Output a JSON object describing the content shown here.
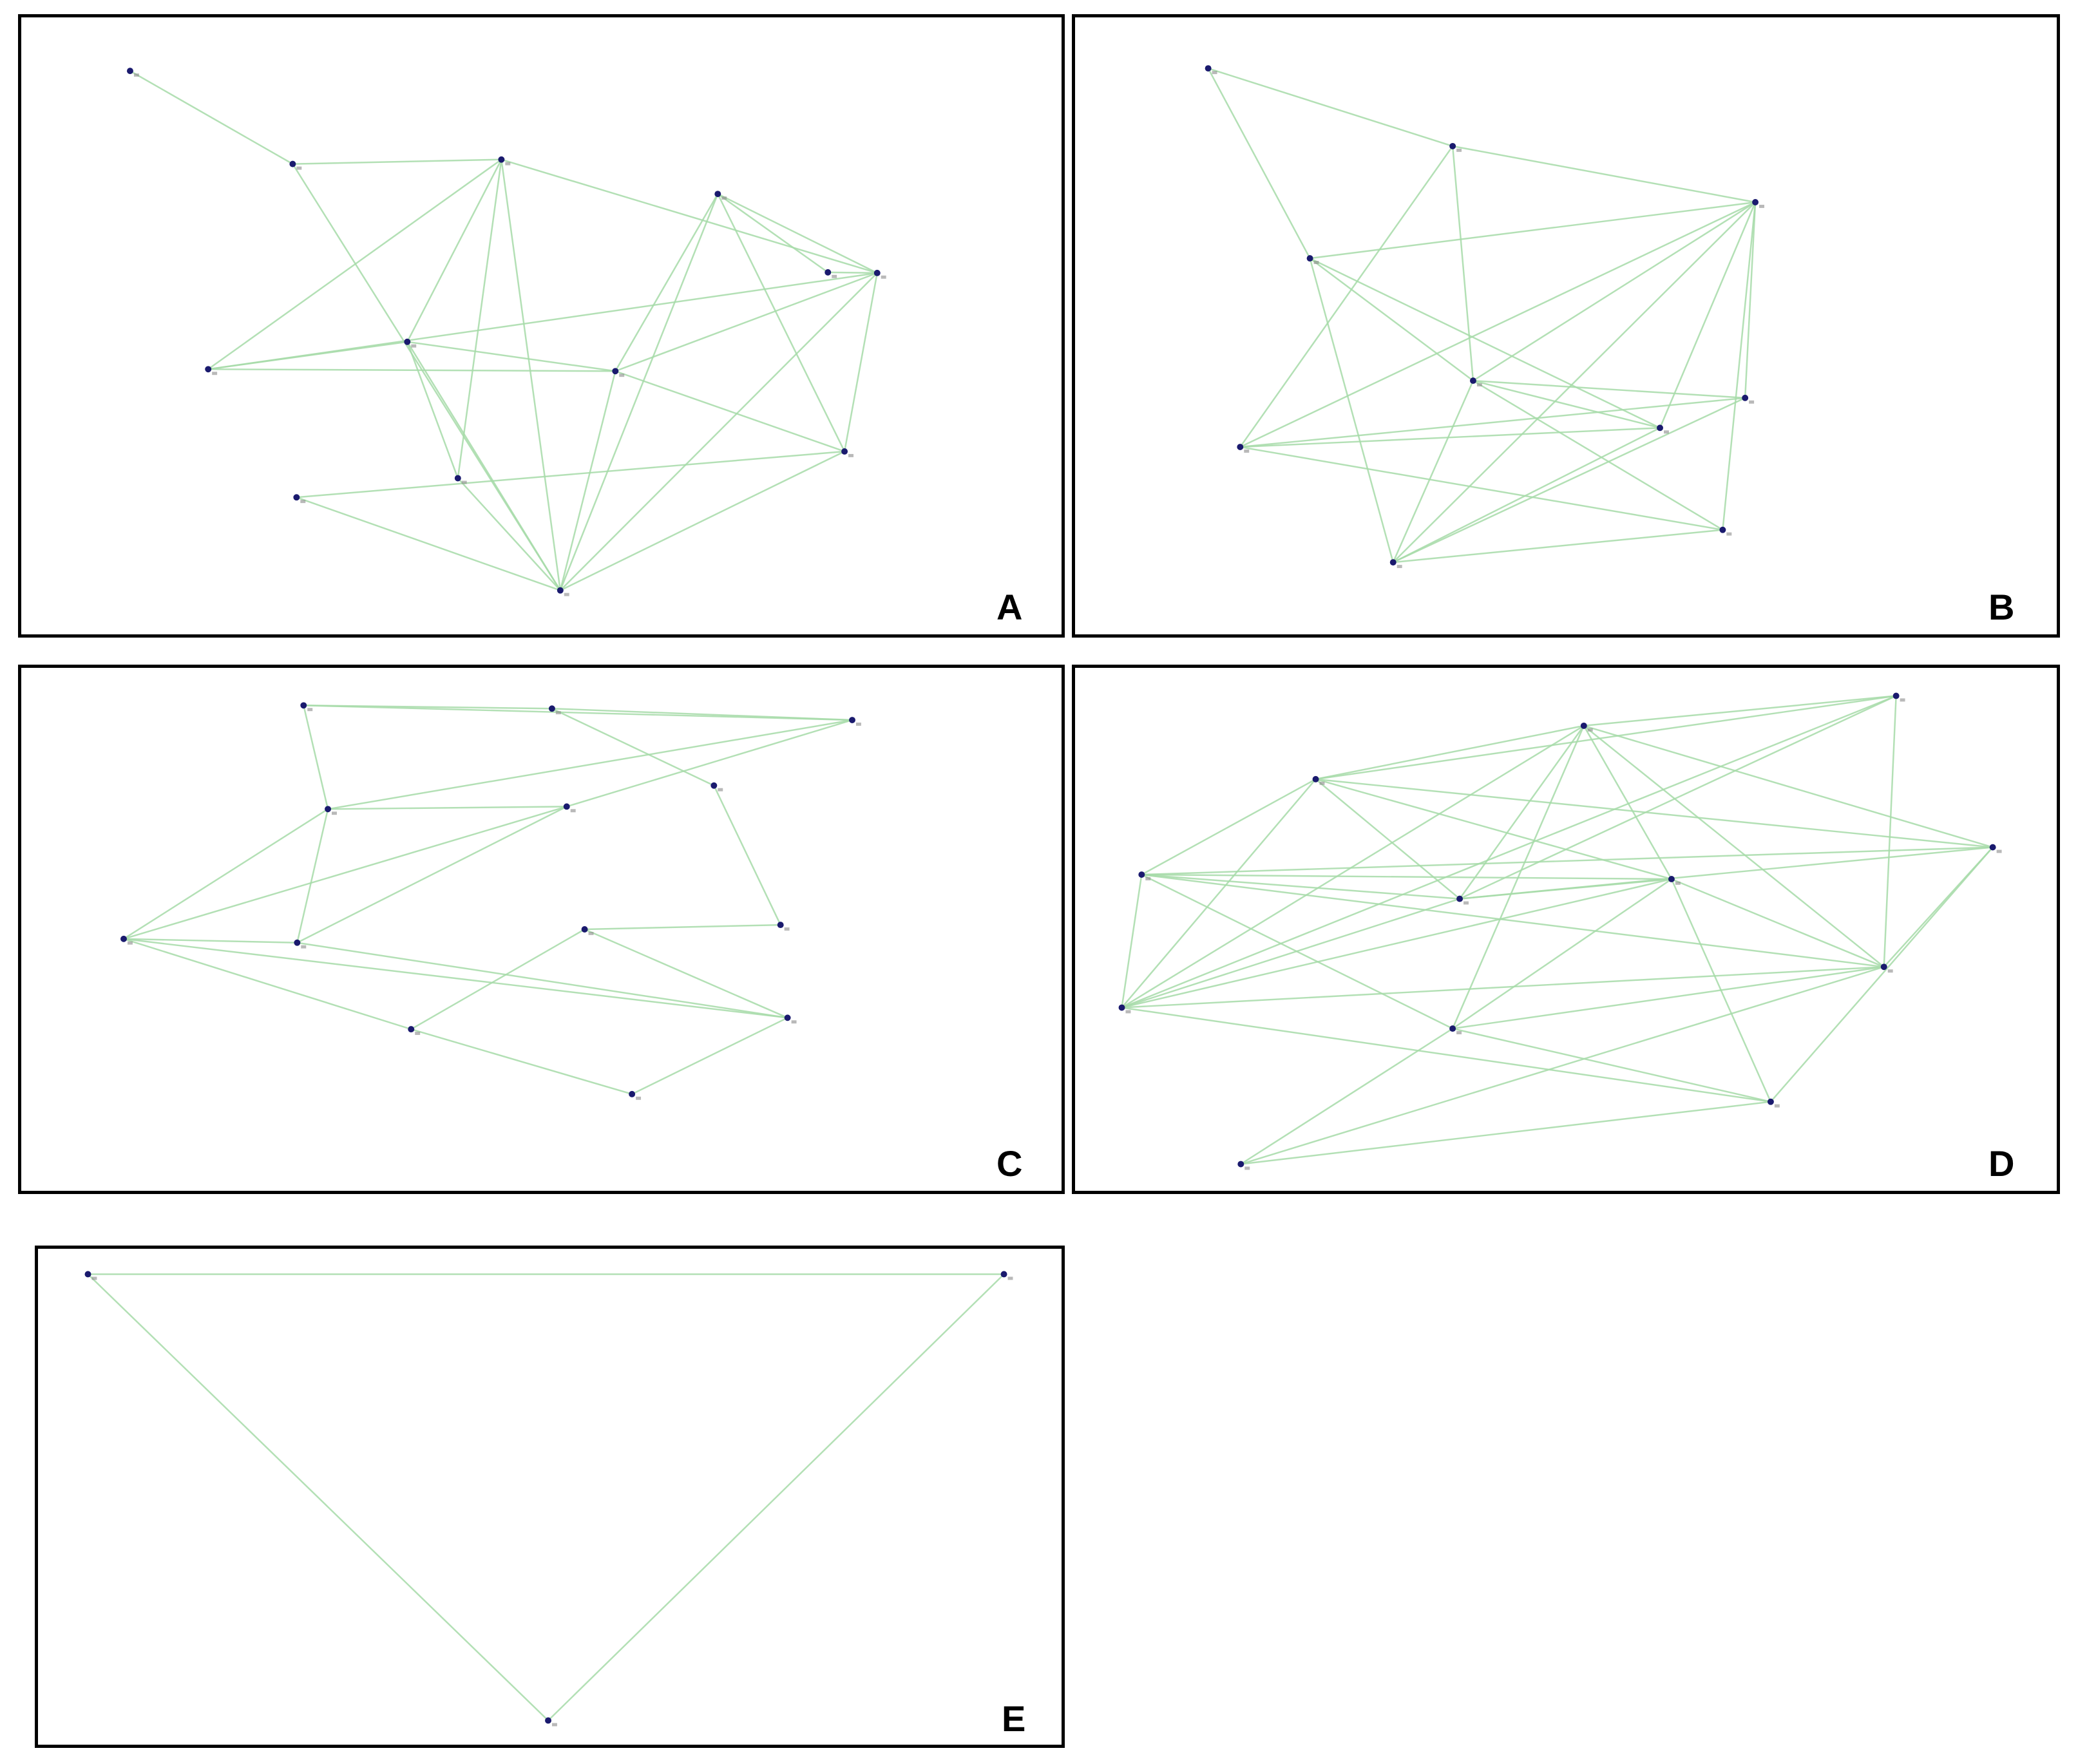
{
  "colors": {
    "edge": "#a6dba8",
    "node": "#1a1a6e",
    "node_label": "#8a8a8a",
    "border": "#000000"
  },
  "panels": [
    {
      "id": "a",
      "label": "A",
      "nodes": [
        {
          "id": "n1"
        },
        {
          "id": "n2"
        },
        {
          "id": "n3"
        },
        {
          "id": "n4"
        },
        {
          "id": "n5"
        },
        {
          "id": "n6"
        },
        {
          "id": "n7"
        },
        {
          "id": "n8"
        },
        {
          "id": "n9"
        },
        {
          "id": "n10"
        },
        {
          "id": "n11"
        },
        {
          "id": "n12"
        },
        {
          "id": "n13"
        }
      ],
      "edges": [
        [
          "n1",
          "n2"
        ],
        [
          "n2",
          "n3"
        ],
        [
          "n2",
          "n10"
        ],
        [
          "n3",
          "n6"
        ],
        [
          "n3",
          "n5"
        ],
        [
          "n3",
          "n9"
        ],
        [
          "n3",
          "n10"
        ],
        [
          "n3",
          "n12"
        ],
        [
          "n4",
          "n13"
        ],
        [
          "n4",
          "n10"
        ],
        [
          "n4",
          "n12"
        ],
        [
          "n4",
          "n11"
        ],
        [
          "n4",
          "n7"
        ],
        [
          "n5",
          "n6"
        ],
        [
          "n5",
          "n7"
        ],
        [
          "n5",
          "n12"
        ],
        [
          "n6",
          "n9"
        ],
        [
          "n6",
          "n10"
        ],
        [
          "n6",
          "n7"
        ],
        [
          "n7",
          "n10"
        ],
        [
          "n7",
          "n11"
        ],
        [
          "n7",
          "n12"
        ],
        [
          "n8",
          "n10"
        ],
        [
          "n8",
          "n11"
        ],
        [
          "n9",
          "n10"
        ],
        [
          "n10",
          "n11"
        ],
        [
          "n10",
          "n12"
        ],
        [
          "n11",
          "n12"
        ],
        [
          "n12",
          "n13"
        ]
      ]
    },
    {
      "id": "b",
      "label": "B",
      "nodes": [
        {
          "id": "n1"
        },
        {
          "id": "n2"
        },
        {
          "id": "n3"
        },
        {
          "id": "n4"
        },
        {
          "id": "n5"
        },
        {
          "id": "n6"
        },
        {
          "id": "n7"
        },
        {
          "id": "n8"
        },
        {
          "id": "n9"
        },
        {
          "id": "n10"
        }
      ],
      "edges": [
        [
          "n1",
          "n2"
        ],
        [
          "n1",
          "n4"
        ],
        [
          "n2",
          "n3"
        ],
        [
          "n2",
          "n5"
        ],
        [
          "n2",
          "n8"
        ],
        [
          "n3",
          "n4"
        ],
        [
          "n3",
          "n5"
        ],
        [
          "n3",
          "n6"
        ],
        [
          "n3",
          "n7"
        ],
        [
          "n3",
          "n8"
        ],
        [
          "n3",
          "n9"
        ],
        [
          "n3",
          "n10"
        ],
        [
          "n4",
          "n5"
        ],
        [
          "n4",
          "n7"
        ],
        [
          "n4",
          "n10"
        ],
        [
          "n5",
          "n6"
        ],
        [
          "n5",
          "n7"
        ],
        [
          "n5",
          "n9"
        ],
        [
          "n5",
          "n10"
        ],
        [
          "n6",
          "n8"
        ],
        [
          "n6",
          "n10"
        ],
        [
          "n7",
          "n8"
        ],
        [
          "n7",
          "n10"
        ],
        [
          "n8",
          "n9"
        ],
        [
          "n9",
          "n10"
        ]
      ]
    },
    {
      "id": "c",
      "label": "C",
      "nodes": [
        {
          "id": "n1"
        },
        {
          "id": "n2"
        },
        {
          "id": "n3"
        },
        {
          "id": "n4"
        },
        {
          "id": "n5"
        },
        {
          "id": "n6"
        },
        {
          "id": "n7"
        },
        {
          "id": "n8"
        },
        {
          "id": "n9"
        },
        {
          "id": "n10"
        },
        {
          "id": "n11"
        },
        {
          "id": "n12"
        },
        {
          "id": "n13"
        }
      ],
      "edges": [
        [
          "n1",
          "n2"
        ],
        [
          "n1",
          "n5"
        ],
        [
          "n1",
          "n3"
        ],
        [
          "n2",
          "n4"
        ],
        [
          "n2",
          "n3"
        ],
        [
          "n3",
          "n6"
        ],
        [
          "n3",
          "n5"
        ],
        [
          "n4",
          "n7"
        ],
        [
          "n5",
          "n6"
        ],
        [
          "n5",
          "n8"
        ],
        [
          "n5",
          "n9"
        ],
        [
          "n6",
          "n8"
        ],
        [
          "n6",
          "n9"
        ],
        [
          "n7",
          "n10"
        ],
        [
          "n8",
          "n9"
        ],
        [
          "n8",
          "n11"
        ],
        [
          "n8",
          "n12"
        ],
        [
          "n9",
          "n12"
        ],
        [
          "n10",
          "n12"
        ],
        [
          "n10",
          "n11"
        ],
        [
          "n11",
          "n13"
        ],
        [
          "n12",
          "n13"
        ]
      ]
    },
    {
      "id": "d",
      "label": "D",
      "nodes": [
        {
          "id": "n1"
        },
        {
          "id": "n2"
        },
        {
          "id": "n3"
        },
        {
          "id": "n4"
        },
        {
          "id": "n5"
        },
        {
          "id": "n6"
        },
        {
          "id": "n7"
        },
        {
          "id": "n8"
        },
        {
          "id": "n9"
        },
        {
          "id": "n10"
        },
        {
          "id": "n11"
        },
        {
          "id": "n12"
        }
      ],
      "edges": [
        [
          "n1",
          "n2"
        ],
        [
          "n1",
          "n3"
        ],
        [
          "n1",
          "n4"
        ],
        [
          "n1",
          "n5"
        ],
        [
          "n1",
          "n6"
        ],
        [
          "n1",
          "n7"
        ],
        [
          "n1",
          "n9"
        ],
        [
          "n2",
          "n3"
        ],
        [
          "n2",
          "n5"
        ],
        [
          "n2",
          "n6"
        ],
        [
          "n2",
          "n7"
        ],
        [
          "n2",
          "n8"
        ],
        [
          "n2",
          "n9"
        ],
        [
          "n2",
          "n10"
        ],
        [
          "n3",
          "n6"
        ],
        [
          "n3",
          "n8"
        ],
        [
          "n3",
          "n9"
        ],
        [
          "n4",
          "n5"
        ],
        [
          "n4",
          "n6"
        ],
        [
          "n4",
          "n7"
        ],
        [
          "n4",
          "n8"
        ],
        [
          "n4",
          "n9"
        ],
        [
          "n4",
          "n10"
        ],
        [
          "n5",
          "n6"
        ],
        [
          "n5",
          "n8"
        ],
        [
          "n5",
          "n11"
        ],
        [
          "n6",
          "n7"
        ],
        [
          "n6",
          "n9"
        ],
        [
          "n7",
          "n8"
        ],
        [
          "n7",
          "n9"
        ],
        [
          "n7",
          "n10"
        ],
        [
          "n7",
          "n11"
        ],
        [
          "n8",
          "n9"
        ],
        [
          "n8",
          "n10"
        ],
        [
          "n8",
          "n12"
        ],
        [
          "n9",
          "n11"
        ],
        [
          "n10",
          "n11"
        ],
        [
          "n10",
          "n12"
        ],
        [
          "n11",
          "n12"
        ]
      ]
    },
    {
      "id": "e",
      "label": "E",
      "nodes": [
        {
          "id": "n1"
        },
        {
          "id": "n2"
        },
        {
          "id": "n3"
        }
      ],
      "edges": [
        [
          "n1",
          "n2"
        ],
        [
          "n1",
          "n3"
        ],
        [
          "n2",
          "n3"
        ]
      ]
    }
  ]
}
